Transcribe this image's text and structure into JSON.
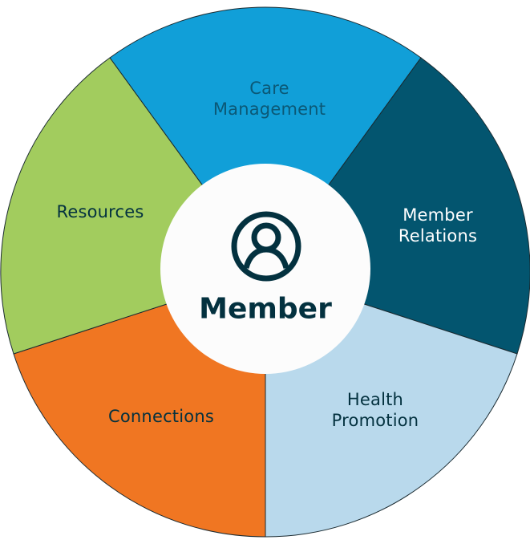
{
  "center": {
    "label": "Member",
    "icon": "user-circle-icon",
    "fill": "#fcfcfc",
    "text_color": "#03313f"
  },
  "segments": [
    {
      "label_line1": "Care",
      "label_line2": "Management",
      "color": "#119fd8",
      "text_color": "#0b5876"
    },
    {
      "label_line1": "Member",
      "label_line2": "Relations",
      "color": "#03556f",
      "text_color": "#ffffff"
    },
    {
      "label_line1": "Health",
      "label_line2": "Promotion",
      "color": "#b9d9ec",
      "text_color": "#03313f"
    },
    {
      "label_line1": "Connections",
      "label_line2": "",
      "color": "#f07622",
      "text_color": "#03313f"
    },
    {
      "label_line1": "Resources",
      "label_line2": "",
      "color": "#a2cc5e",
      "text_color": "#03313f"
    }
  ]
}
